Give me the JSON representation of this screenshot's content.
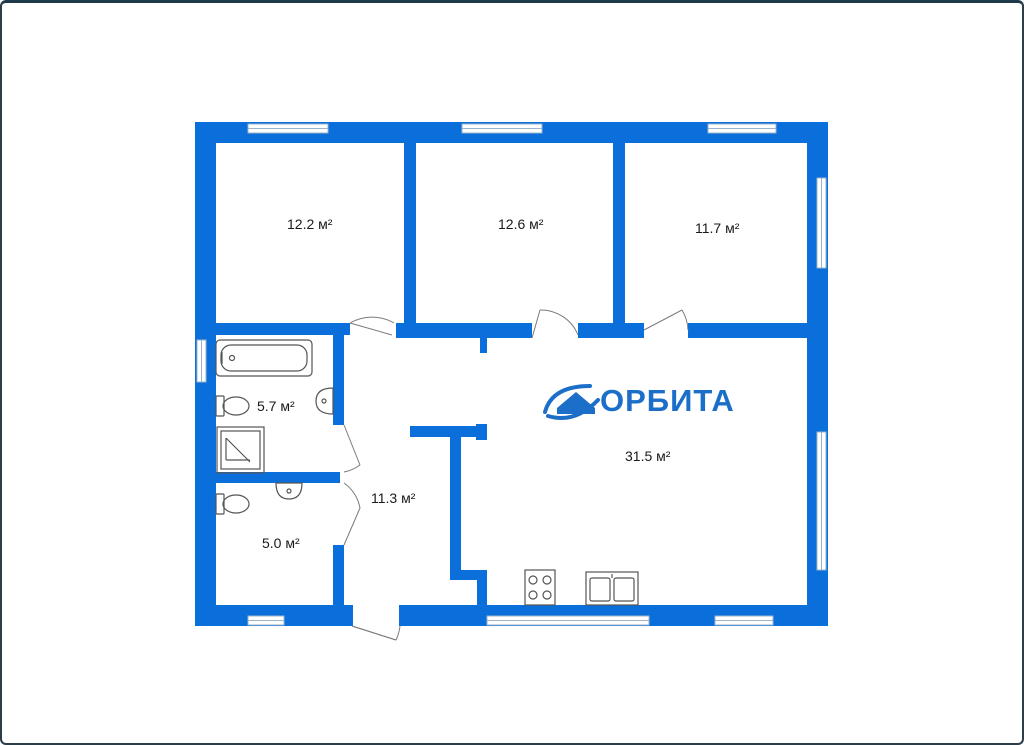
{
  "logo": {
    "text": "ОРБИТА",
    "color": "#1b6fc9"
  },
  "colors": {
    "wall": "#0a6edb",
    "fixture": "#555555",
    "background": "#ffffff"
  },
  "rooms": [
    {
      "id": "bedroom-1",
      "area": "12.2 м²"
    },
    {
      "id": "bedroom-2",
      "area": "12.6 м²"
    },
    {
      "id": "bedroom-3",
      "area": "11.7 м²"
    },
    {
      "id": "bathroom",
      "area": "5.7 м²"
    },
    {
      "id": "toilet",
      "area": "5.0 м²"
    },
    {
      "id": "hallway",
      "area": "11.3 м²"
    },
    {
      "id": "living-kitchen",
      "area": "31.5 м²"
    }
  ]
}
